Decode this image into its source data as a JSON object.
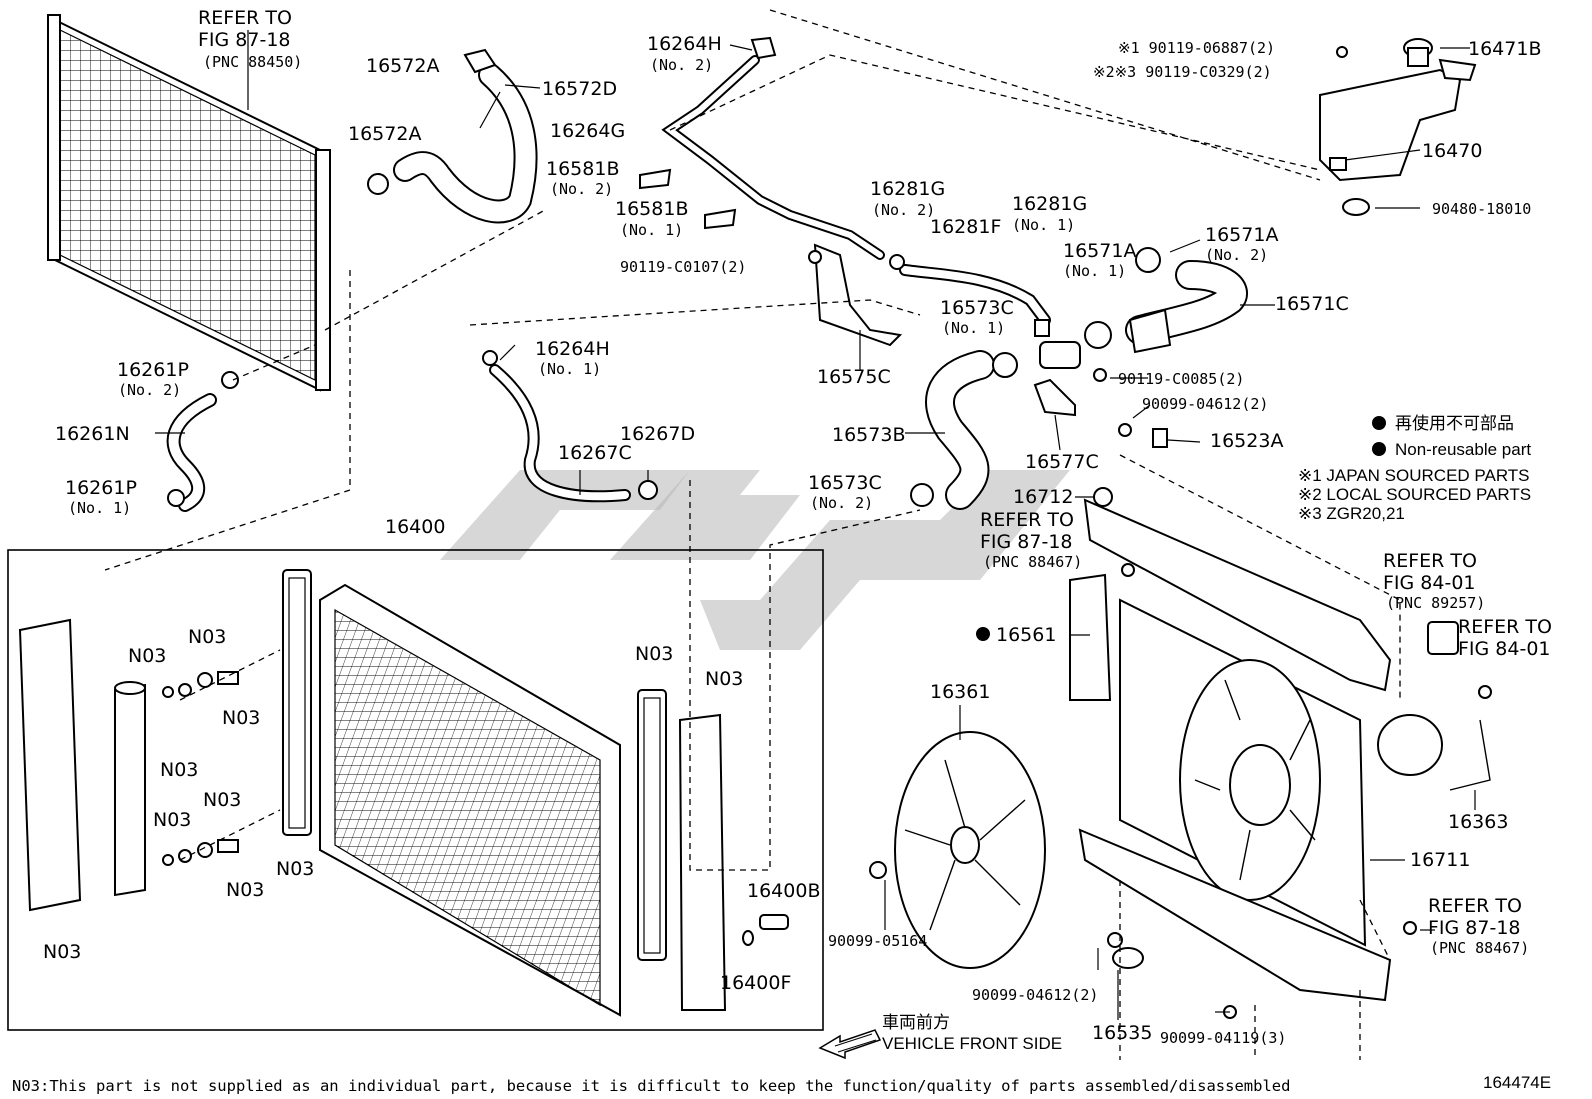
{
  "labels": {
    "refer_fig_87_18_top": "REFER TO",
    "refer_fig_87_18_top_l2": "FIG 87-18",
    "refer_fig_87_18_top_l3": "(PNC 88450)",
    "p16572A_top": "16572A",
    "p16572D": "16572D",
    "p16572A_mid": "16572A",
    "p16264H_top": "16264H",
    "p16264H_top_no": "(No. 2)",
    "p16264G": "16264G",
    "p16581B_no2": "16581B",
    "p16581B_no2_sub": "(No. 2)",
    "p16581B_no1": "16581B",
    "p16581B_no1_sub": "(No. 1)",
    "p90119_C0107": "90119-C0107(2)",
    "p16281G_left": "16281G",
    "p16281G_left_no": "(No. 2)",
    "p16281F": "16281F",
    "p16281G_right": "16281G",
    "p16281G_right_no": "(No. 1)",
    "p16571A_left": "16571A",
    "p16571A_left_no": "(No. 1)",
    "p16571A_right": "16571A",
    "p16571A_right_no": "(No. 2)",
    "p16571C": "16571C",
    "p16573C_top": "16573C",
    "p16573C_top_no": "(No. 1)",
    "p16575C": "16575C",
    "p90119_C0085": "90119-C0085(2)",
    "p90099_04612_top": "90099-04612(2)",
    "p16523A": "16523A",
    "p16573B": "16573B",
    "p16577C": "16577C",
    "p16264H_mid": "16264H",
    "p16264H_mid_no": "(No. 1)",
    "p16267C": "16267C",
    "p16267D": "16267D",
    "p16261P_top": "16261P",
    "p16261P_top_no": "(No. 2)",
    "p16261N": "16261N",
    "p16261P_bot": "16261P",
    "p16261P_bot_no": "(No. 1)",
    "p16573C_bot": "16573C",
    "p16573C_bot_no": "(No. 2)",
    "p16712": "16712",
    "refer_87_18_mid": "REFER TO",
    "refer_87_18_mid_l2": "FIG 87-18",
    "refer_87_18_mid_l3": "(PNC 88467)",
    "p16400": "16400",
    "p16561": "16561",
    "p16361": "16361",
    "refer_84_01_a": "REFER TO",
    "refer_84_01_a_l2": "FIG 84-01",
    "refer_84_01_a_l3": "(PNC 89257)",
    "refer_84_01_b": "REFER TO",
    "refer_84_01_b_l2": "FIG 84-01",
    "p16363": "16363",
    "p16711": "16711",
    "refer_87_18_bot": "REFER TO",
    "refer_87_18_bot_l2": "FIG 87-18",
    "refer_87_18_bot_l3": "(PNC 88467)",
    "p90099_05164": "90099-05164",
    "p90099_04612_bot": "90099-04612(2)",
    "p16535": "16535",
    "p90099_04119": "90099-04119(3)",
    "p16400B": "16400B",
    "p16400F": "16400F",
    "n03": "N03",
    "p16471B": "16471B",
    "p16470": "16470",
    "p90480_18010": "90480-18010",
    "x1_90119_06887": "※1 90119-06887(2)",
    "x23_90119_C0329": "※2※3 90119-C0329(2)"
  },
  "legend": {
    "jp_non_reusable": "再使用不可部品",
    "non_reusable": "Non-reusable part",
    "note1": "※1 JAPAN SOURCED PARTS",
    "note2": "※2 LOCAL SOURCED PARTS",
    "note3": "※3 ZGR20,21"
  },
  "front": {
    "jp": "車両前方",
    "en": "VEHICLE FRONT SIDE"
  },
  "footer": {
    "note": "N03:This part is not supplied as an individual part, because it is difficult to keep the function/quality of parts assembled/disassembled",
    "code": "164474E"
  }
}
